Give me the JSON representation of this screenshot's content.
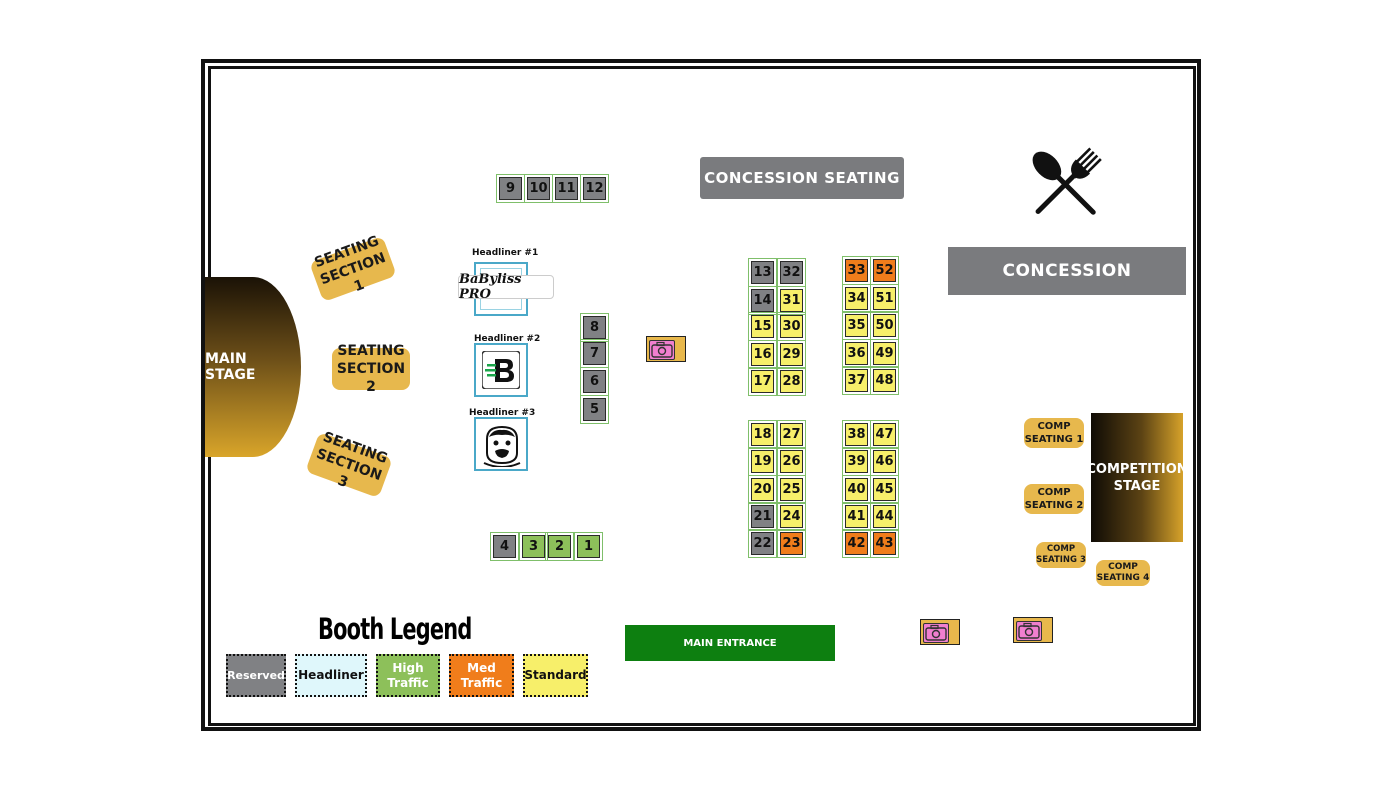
{
  "banners": {
    "concession_seating": "CONCESSION SEATING",
    "concession": "CONCESSION"
  },
  "stages": {
    "main": "MAIN STAGE",
    "competition": "COMPETITION STAGE"
  },
  "seating": {
    "section1": "SEATING SECTION 1",
    "section2": "SEATING SECTION 2",
    "section3": "SEATING SECTION 3",
    "comp1": "COMP SEATING 1",
    "comp2": "COMP SEATING 2",
    "comp3": "COMP SEATING 3",
    "comp4": "COMP SEATING 4"
  },
  "headliners": [
    {
      "label": "Headliner #1",
      "brand": "BaByliss PRO"
    },
    {
      "label": "Headliner #2"
    },
    {
      "label": "Headliner #3"
    }
  ],
  "entrance": "MAIN ENTRANCE",
  "legend": {
    "title": "Booth Legend",
    "items": [
      {
        "label": "Reserved",
        "color": "#808184"
      },
      {
        "label": "Headliner",
        "color": "#dff7fb"
      },
      {
        "label": "High Traffic",
        "color": "#8dc05a"
      },
      {
        "label": "Med Traffic",
        "color": "#f07d1b"
      },
      {
        "label": "Standard",
        "color": "#f7ef6a"
      }
    ]
  },
  "booths": [
    {
      "num": "9",
      "type": "reserved"
    },
    {
      "num": "10",
      "type": "reserved"
    },
    {
      "num": "11",
      "type": "reserved"
    },
    {
      "num": "12",
      "type": "reserved"
    },
    {
      "num": "8",
      "type": "reserved"
    },
    {
      "num": "7",
      "type": "reserved"
    },
    {
      "num": "6",
      "type": "reserved"
    },
    {
      "num": "5",
      "type": "reserved"
    },
    {
      "num": "4",
      "type": "reserved"
    },
    {
      "num": "3",
      "type": "high"
    },
    {
      "num": "2",
      "type": "high"
    },
    {
      "num": "1",
      "type": "high"
    },
    {
      "num": "13",
      "type": "reserved"
    },
    {
      "num": "32",
      "type": "reserved"
    },
    {
      "num": "14",
      "type": "reserved"
    },
    {
      "num": "31",
      "type": "standard"
    },
    {
      "num": "15",
      "type": "standard"
    },
    {
      "num": "30",
      "type": "standard"
    },
    {
      "num": "16",
      "type": "standard"
    },
    {
      "num": "29",
      "type": "standard"
    },
    {
      "num": "17",
      "type": "standard"
    },
    {
      "num": "28",
      "type": "standard"
    },
    {
      "num": "33",
      "type": "med"
    },
    {
      "num": "52",
      "type": "med"
    },
    {
      "num": "34",
      "type": "standard"
    },
    {
      "num": "51",
      "type": "standard"
    },
    {
      "num": "35",
      "type": "standard"
    },
    {
      "num": "50",
      "type": "standard"
    },
    {
      "num": "36",
      "type": "standard"
    },
    {
      "num": "49",
      "type": "standard"
    },
    {
      "num": "37",
      "type": "standard"
    },
    {
      "num": "48",
      "type": "standard"
    },
    {
      "num": "18",
      "type": "standard"
    },
    {
      "num": "27",
      "type": "standard"
    },
    {
      "num": "19",
      "type": "standard"
    },
    {
      "num": "26",
      "type": "standard"
    },
    {
      "num": "20",
      "type": "standard"
    },
    {
      "num": "25",
      "type": "standard"
    },
    {
      "num": "21",
      "type": "reserved"
    },
    {
      "num": "24",
      "type": "standard"
    },
    {
      "num": "22",
      "type": "reserved"
    },
    {
      "num": "23",
      "type": "med"
    },
    {
      "num": "38",
      "type": "standard"
    },
    {
      "num": "47",
      "type": "standard"
    },
    {
      "num": "39",
      "type": "standard"
    },
    {
      "num": "46",
      "type": "standard"
    },
    {
      "num": "40",
      "type": "standard"
    },
    {
      "num": "45",
      "type": "standard"
    },
    {
      "num": "41",
      "type": "standard"
    },
    {
      "num": "44",
      "type": "standard"
    },
    {
      "num": "42",
      "type": "med"
    },
    {
      "num": "43",
      "type": "med"
    }
  ],
  "icons": {
    "food": "fork-spoon-icon",
    "photo": "camera-icon"
  }
}
